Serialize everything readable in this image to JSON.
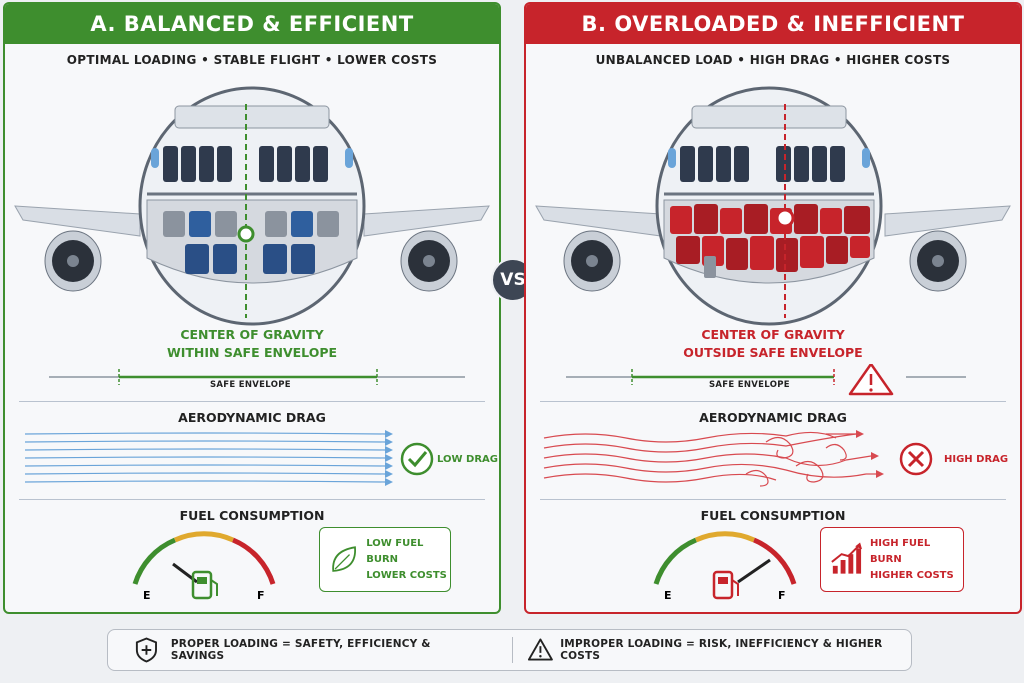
{
  "panel_a": {
    "title": "A. BALANCED & EFFICIENT",
    "subtitle": "OPTIMAL LOADING  •  STABLE FLIGHT  •  LOWER COSTS",
    "cg_line1": "CENTER OF GRAVITY",
    "cg_line2": "WITHIN SAFE ENVELOPE",
    "envelope_label": "SAFE ENVELOPE",
    "drag_title": "AERODYNAMIC DRAG",
    "drag_status": "LOW DRAG",
    "fuel_title": "FUEL CONSUMPTION",
    "gauge_empty": "E",
    "gauge_full": "F",
    "fuel_line1": "LOW FUEL BURN",
    "fuel_line2": "LOWER COSTS",
    "accent": "#3e8e2e"
  },
  "panel_b": {
    "title": "B. OVERLOADED & INEFFICIENT",
    "subtitle": "UNBALANCED LOAD  •  HIGH DRAG  •  HIGHER COSTS",
    "cg_line1": "CENTER OF GRAVITY",
    "cg_line2": "OUTSIDE SAFE ENVELOPE",
    "envelope_label": "SAFE ENVELOPE",
    "drag_title": "AERODYNAMIC DRAG",
    "drag_status": "HIGH DRAG",
    "fuel_title": "FUEL CONSUMPTION",
    "gauge_empty": "E",
    "gauge_full": "F",
    "fuel_line1": "HIGH FUEL BURN",
    "fuel_line2": "HIGHER COSTS",
    "accent": "#c7242b"
  },
  "vs_label": "VS",
  "footer": {
    "left_text": "PROPER LOADING  =  SAFETY, EFFICIENCY & SAVINGS",
    "right_text": "IMPROPER LOADING  =  RISK, INEFFICIENCY & HIGHER COSTS"
  }
}
